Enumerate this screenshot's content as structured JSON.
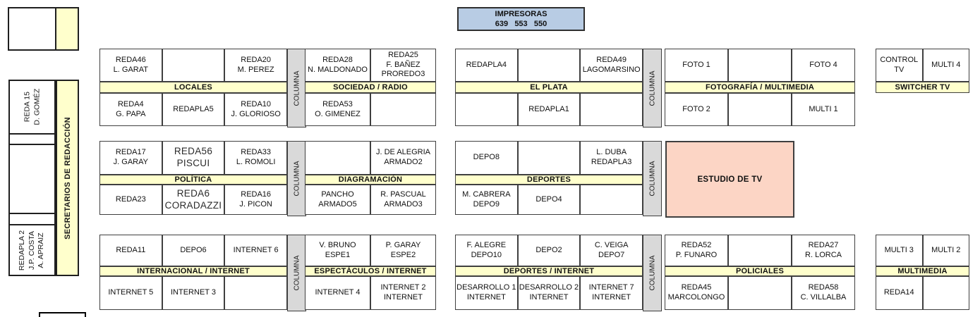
{
  "labels": {
    "columna": "COLUMNA"
  },
  "impresoras": {
    "title": "IMPRESORAS",
    "numbers": "639   553   550"
  },
  "left_column": {
    "secretarios": "SECRETARIOS DE REDACCIÓN",
    "reda15": "REDA 15\nD. GOMÉZ",
    "redapla2": "REDAPLA 2\nJ.P. COSTA\nA. APRAIZ"
  },
  "estudio": {
    "label": "ESTUDIO DE TV"
  },
  "blocks": [
    {
      "id": "locales",
      "header": "LOCALES",
      "top": [
        "REDA46\nL. GARAT",
        "",
        "REDA20\nM. PEREZ"
      ],
      "bottom": [
        "REDA4\nG. PAPA",
        "REDAPLA5",
        "REDA10\nJ. GLORIOSO"
      ]
    },
    {
      "id": "sociedad-radio",
      "header": "SOCIEDAD / RADIO",
      "top": [
        "REDA28\nN. MALDONADO",
        "REDA25\nF. BAÑEZ\nPROREDO3"
      ],
      "bottom": [
        "REDA53\nO. GIMENEZ",
        ""
      ]
    },
    {
      "id": "el-plata",
      "header": "EL PLATA",
      "top": [
        "REDAPLA4",
        "",
        "REDA49\nLAGOMARSINO"
      ],
      "bottom": [
        "",
        "REDAPLA1",
        ""
      ]
    },
    {
      "id": "fotografia-multimedia",
      "header": "FOTOGRAFÍA / MULTIMEDIA",
      "top": [
        "FOTO 1",
        "",
        "FOTO 4"
      ],
      "bottom": [
        "FOTO 2",
        "",
        "MULTI 1"
      ]
    },
    {
      "id": "switcher-tv",
      "header": "SWITCHER TV",
      "top": [
        "CONTROL TV",
        "MULTI 4"
      ],
      "bottom": []
    },
    {
      "id": "politica",
      "header": "POLÍTICA",
      "top": [
        "REDA17\nJ. GARAY",
        "REDA56\nPISCUI",
        "REDA33\nL. ROMOLI"
      ],
      "bottom": [
        "REDA23",
        "REDA6\nCORADAZZI",
        "REDA16\nJ. PICON"
      ]
    },
    {
      "id": "diagramacion",
      "header": "DIAGRAMACIÓN",
      "top": [
        "",
        "J. DE ALEGRIA\nARMADO2"
      ],
      "bottom": [
        "PANCHO\nARMADO5",
        "R. PASCUAL\nARMADO3"
      ]
    },
    {
      "id": "deportes",
      "header": "DEPORTES",
      "top": [
        "DEPO8",
        "",
        "L. DUBA\nREDAPLA3"
      ],
      "bottom": [
        "M. CABRERA\nDEPO9",
        "DEPO4",
        ""
      ]
    },
    {
      "id": "internacional-internet",
      "header": "INTERNACIONAL / INTERNET",
      "top": [
        "REDA11",
        "DEPO6",
        "INTERNET 6"
      ],
      "bottom": [
        "INTERNET 5",
        "INTERNET 3",
        ""
      ]
    },
    {
      "id": "espectaculos-internet",
      "header": "ESPECTÁCULOS / INTERNET",
      "top": [
        "V. BRUNO\nESPE1",
        "P. GARAY\nESPE2"
      ],
      "bottom": [
        "INTERNET 4",
        "INTERNET 2\nINTERNET"
      ]
    },
    {
      "id": "deportes-internet",
      "header": "DEPORTES / INTERNET",
      "top": [
        "F. ALEGRE\nDEPO10",
        "DEPO2",
        "C. VEIGA\nDEPO7"
      ],
      "bottom": [
        "DESARROLLO 1\nINTERNET",
        "DESARROLLO 2\nINTERNET",
        "INTERNET 7\nINTERNET"
      ]
    },
    {
      "id": "policiales",
      "header": "POLICIALES",
      "top": [
        "REDA52\nP. FUNARO",
        "",
        "REDA27\nR. LORCA"
      ],
      "bottom": [
        "REDA45\nMARCOLONGO",
        "",
        "REDA58\nC. VILLALBA"
      ]
    },
    {
      "id": "multimedia",
      "header": "MULTIMEDIA",
      "top": [
        "MULTI 3",
        "MULTI 2"
      ],
      "bottom": [
        "REDA14",
        ""
      ]
    }
  ],
  "colors": {
    "band_yellow": "#ffffcc",
    "pillar_gray": "#d9d9d9",
    "studio_pink": "#fcd5c5",
    "printers_blue": "#b8cce4"
  }
}
